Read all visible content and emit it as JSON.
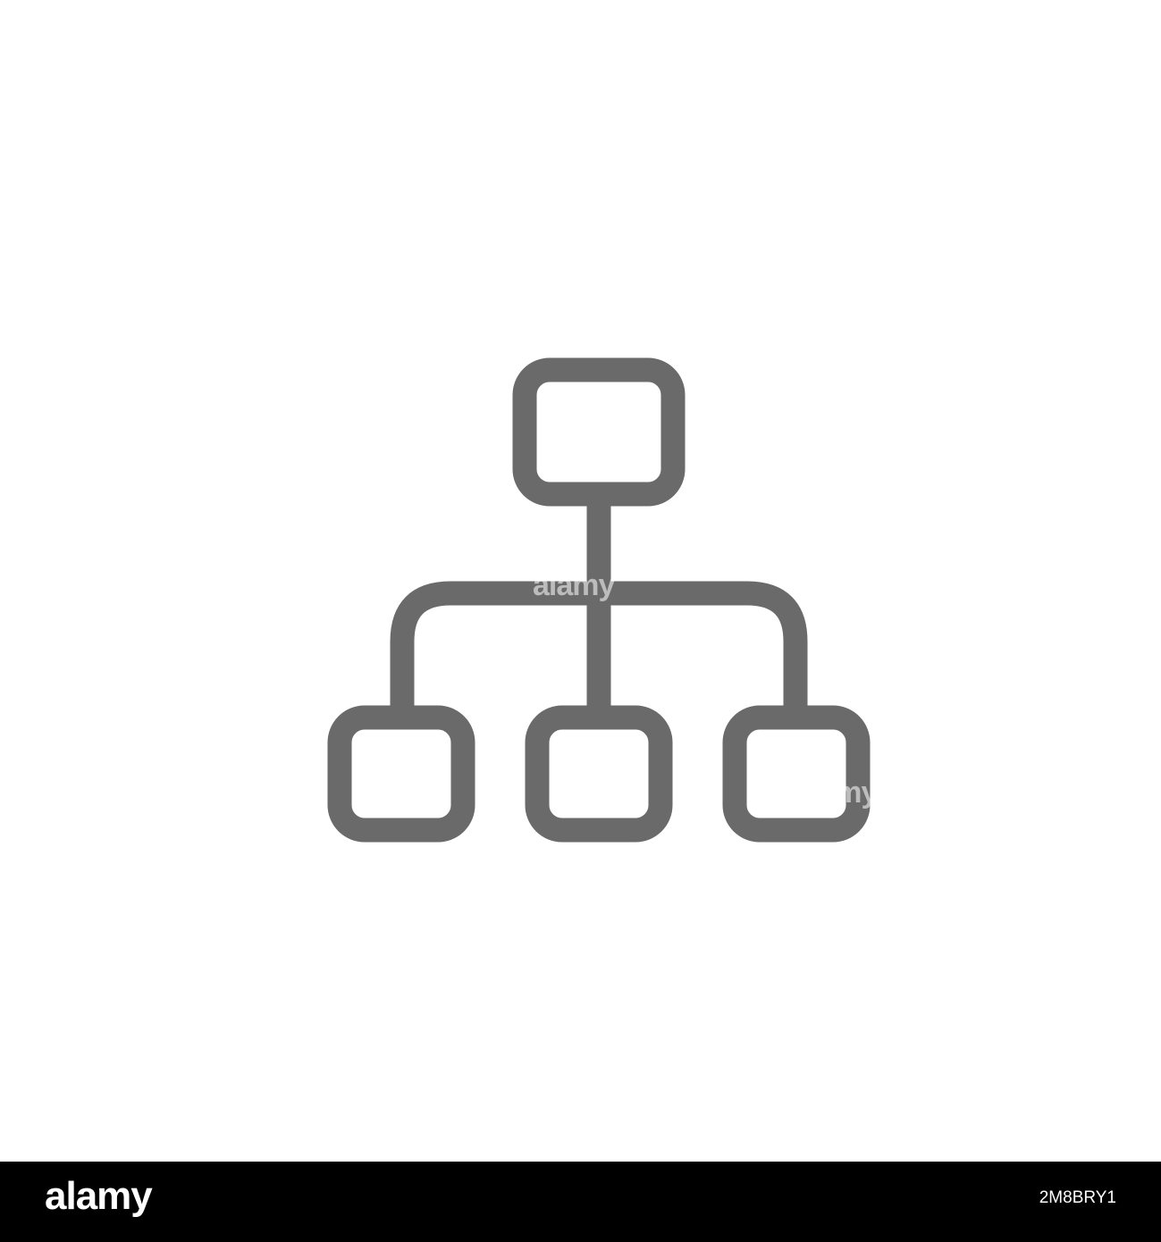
{
  "icon": {
    "name": "hierarchy-icon",
    "stroke_color": "#6a6a6a",
    "background": "#ffffff"
  },
  "watermark": {
    "text": "alamy"
  },
  "footer": {
    "logo": "alamy",
    "image_id": "2M8BRY1",
    "background": "#000000"
  }
}
